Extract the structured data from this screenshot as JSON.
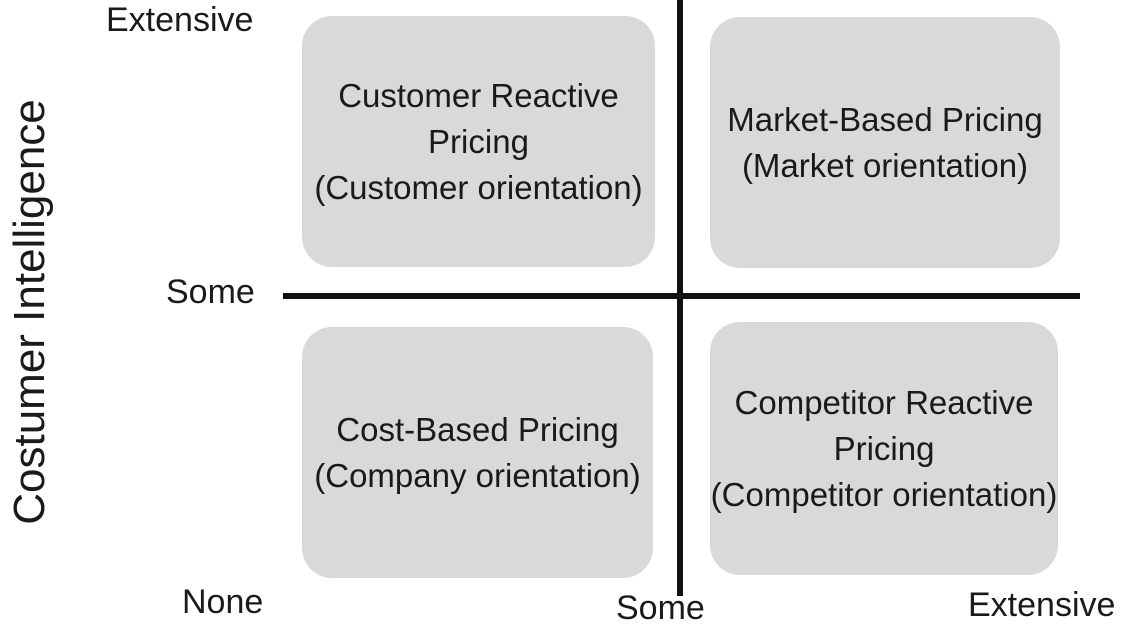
{
  "diagram": {
    "y_axis": {
      "title": "Costumer Intelligence",
      "tick_top": "Extensive",
      "tick_middle": "Some"
    },
    "x_axis": {
      "tick_origin": "None",
      "tick_middle": "Some",
      "tick_right": "Extensive"
    },
    "quadrants": {
      "top_left": {
        "name": "Customer Reactive Pricing",
        "orientation": "Customer orientation",
        "label": "Customer Reactive\nPricing\n(Customer orientation)"
      },
      "top_right": {
        "name": "Market-Based Pricing",
        "orientation": "Market orientation",
        "label": "Market-Based Pricing\n(Market orientation)"
      },
      "bottom_left": {
        "name": "Cost-Based Pricing",
        "orientation": "Company orientation",
        "label": "Cost-Based Pricing\n(Company orientation)"
      },
      "bottom_right": {
        "name": "Competitor Reactive Pricing",
        "orientation": "Competitor orientation",
        "label": "Competitor Reactive\nPricing\n(Competitor orientation)"
      }
    },
    "colors": {
      "box_fill": "#d9d9d9",
      "divider_line": "#111111",
      "text": "#1a1a1a",
      "background": "#ffffff"
    }
  }
}
